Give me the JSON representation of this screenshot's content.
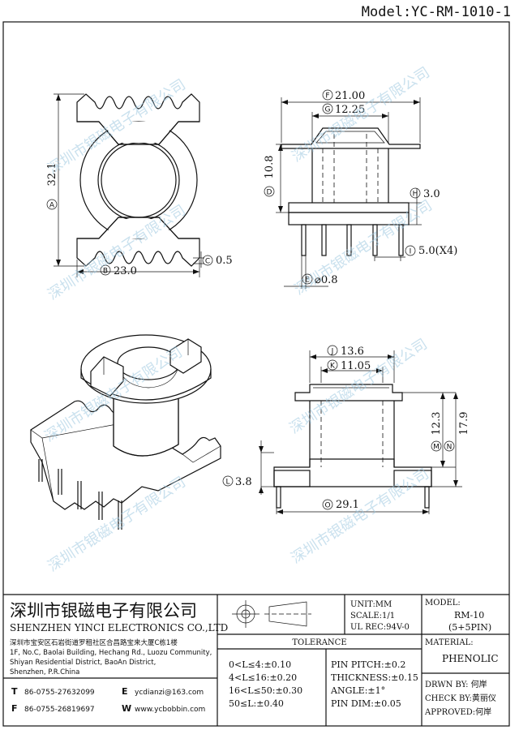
{
  "model": "Model:YC-RM-1010-1",
  "watermark": "深圳市银磁电子有限公司",
  "plan_view": {
    "dim_a": {
      "marker": "A",
      "value": "32.1"
    },
    "dim_b": {
      "marker": "B",
      "value": "23.0"
    },
    "dim_c": {
      "marker": "C",
      "value": "0.5"
    }
  },
  "side_view": {
    "dim_f": {
      "marker": "F",
      "value": "21.00"
    },
    "dim_g": {
      "marker": "G",
      "value": "12.25"
    },
    "dim_d": {
      "marker": "D",
      "value": "10.8"
    },
    "dim_h": {
      "marker": "H",
      "value": "3.0"
    },
    "dim_i": {
      "marker": "I",
      "value": "5.0(X4)"
    },
    "dim_e": {
      "marker": "E",
      "value": "⌀0.8"
    }
  },
  "front_view": {
    "dim_j": {
      "marker": "J",
      "value": "13.6"
    },
    "dim_k": {
      "marker": "K",
      "value": "11.05"
    },
    "dim_m": {
      "marker": "M",
      "value": "12.3"
    },
    "dim_n": {
      "marker": "N",
      "value": "17.9"
    },
    "dim_l": {
      "marker": "L",
      "value": "3.8"
    },
    "dim_o": {
      "marker": "O",
      "value": "29.1"
    }
  },
  "title_block": {
    "company_cn": "深圳市银磁电子有限公司",
    "company_en": "SHENZHEN YINCI ELECTRONICS CO.,LTD",
    "address_cn": "深圳市宝安区石岩街道罗租社区合昌路宝来大厦C栋1楼",
    "address_en_1": "1F, No.C, Baolai Building, Hechang Rd., Luozu Community,",
    "address_en_2": "Shiyan Residential District, BaoAn District,",
    "address_en_3": "Shenzhen, P.R.China",
    "tel_label": "T",
    "tel_1": "86-0755-27632099",
    "fax_label": "F",
    "tel_2": "86-0755-26819697",
    "email_label": "E",
    "email": "ycdianzi@163.com",
    "web_label": "W",
    "web": "www.ycbobbin.com",
    "unit": "UNIT:MM",
    "scale": "SCALE:1/1",
    "ul_rec": "UL REC:94V-0",
    "model_label": "MODEL:",
    "model_value": "RM-10",
    "model_pins": "(5+5PIN)",
    "tolerance_title": "TOLERANCE",
    "tolerances": [
      "0<L≤4:±0.10",
      "4<L≤16:±0.20",
      "16<L≤50:±0.30",
      "50≤L:±0.40"
    ],
    "specs": [
      "PIN PITCH:±0.2",
      "THICKNESS:±0.15",
      "ANGLE:±1°",
      "PIN DIM:±0.05"
    ],
    "material_label": "MATERIAL:",
    "material_value": "PHENOLIC",
    "drawn_by": "DRWN BY: 何岸",
    "check_by": "CHECK BY:黄丽仪",
    "approved": "APPROVED:何岸"
  }
}
